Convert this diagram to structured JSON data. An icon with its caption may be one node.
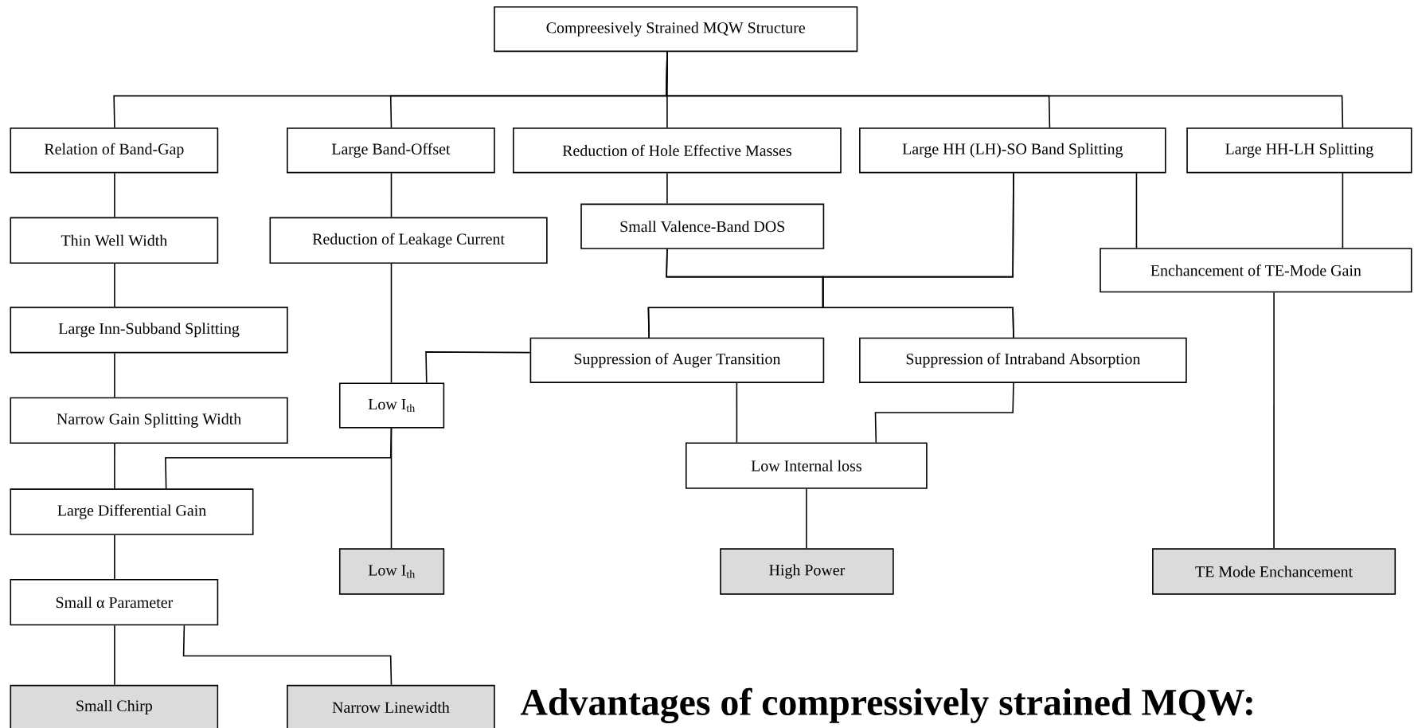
{
  "diagram": {
    "caption": "Advantages of compressively strained MQW:",
    "nodes": [
      {
        "text": [
          "Compreesively Strained MQW Structure"
        ]
      },
      {
        "text": [
          "Relation of Band-Gap"
        ]
      },
      {
        "text": [
          "Large Band-Offset"
        ]
      },
      {
        "text": [
          "Reduction of Hole Effective Masses"
        ]
      },
      {
        "text": [
          "Large HH (LH)-SO Band Splitting"
        ]
      },
      {
        "text": [
          "Large HH-LH Splitting"
        ]
      },
      {
        "text": [
          "Thin Well Width"
        ]
      },
      {
        "text": [
          "Reduction of Leakage Current"
        ]
      },
      {
        "text": [
          "Small Valence-Band DOS"
        ]
      },
      {
        "text": [
          "Enchancement of TE-Mode Gain"
        ]
      },
      {
        "text": [
          "Large Inn-Subband Splitting"
        ]
      },
      {
        "text": [
          "Suppression of Auger Transition"
        ]
      },
      {
        "text": [
          "Suppression of Intraband Absorption"
        ]
      },
      {
        "text": [
          "Low I$_{th}$"
        ]
      },
      {
        "text": [
          "Narrow Gain Splitting Width"
        ]
      },
      {
        "text": [
          "Low Internal loss"
        ]
      },
      {
        "text": [
          "Large Differential Gain"
        ]
      },
      {
        "text": [
          "Low I$_{th}$"
        ]
      },
      {
        "text": [
          "High Power"
        ]
      },
      {
        "text": [
          "TE Mode Enchancement"
        ]
      },
      {
        "text": [
          "Small α Parameter"
        ]
      },
      {
        "text": [
          "Small Chirp"
        ]
      },
      {
        "text": [
          "Narrow Linewidth"
        ]
      }
    ],
    "edges": [
      {
        "from": 0,
        "to": 1,
        "arrow": "none"
      },
      {
        "from": 0,
        "to": 2,
        "arrow": "none"
      },
      {
        "from": 0,
        "to": 3,
        "arrow": "none"
      },
      {
        "from": 0,
        "to": 4,
        "arrow": "none"
      },
      {
        "from": 0,
        "to": 5,
        "arrow": "none"
      },
      {
        "from": 1,
        "to": 6,
        "arrow": "none"
      },
      {
        "from": 6,
        "to": 10,
        "arrow": "none"
      },
      {
        "from": 10,
        "to": 14,
        "arrow": "none"
      },
      {
        "from": 14,
        "to": 16,
        "arrow": "none"
      },
      {
        "from": 16,
        "to": 20,
        "arrow": "none"
      },
      {
        "from": 20,
        "to": 21,
        "arrow": "none"
      },
      {
        "from": 20,
        "to": 22,
        "arrow": "none"
      },
      {
        "from": 2,
        "to": 7,
        "arrow": "none"
      },
      {
        "from": 7,
        "to": 13,
        "arrow": "none"
      },
      {
        "from": 13,
        "to": 17,
        "arrow": "none"
      },
      {
        "from": 13,
        "to": 16,
        "arrow": "none"
      },
      {
        "from": 3,
        "to": 8,
        "arrow": "none"
      },
      {
        "from": 8,
        "to": 11,
        "arrow": "none"
      },
      {
        "from": 8,
        "to": 12,
        "arrow": "none"
      },
      {
        "from": 4,
        "to": 11,
        "arrow": "none"
      },
      {
        "from": 4,
        "to": 12,
        "arrow": "none"
      },
      {
        "from": 4,
        "to": 9,
        "arrow": "none"
      },
      {
        "from": 5,
        "to": 9,
        "arrow": "none"
      },
      {
        "from": 11,
        "to": 13,
        "arrow": "none"
      },
      {
        "from": 11,
        "to": 15,
        "arrow": "none"
      },
      {
        "from": 12,
        "to": 15,
        "arrow": "none"
      },
      {
        "from": 15,
        "to": 18,
        "arrow": "none"
      },
      {
        "from": 9,
        "to": 19,
        "arrow": "none"
      }
    ]
  }
}
